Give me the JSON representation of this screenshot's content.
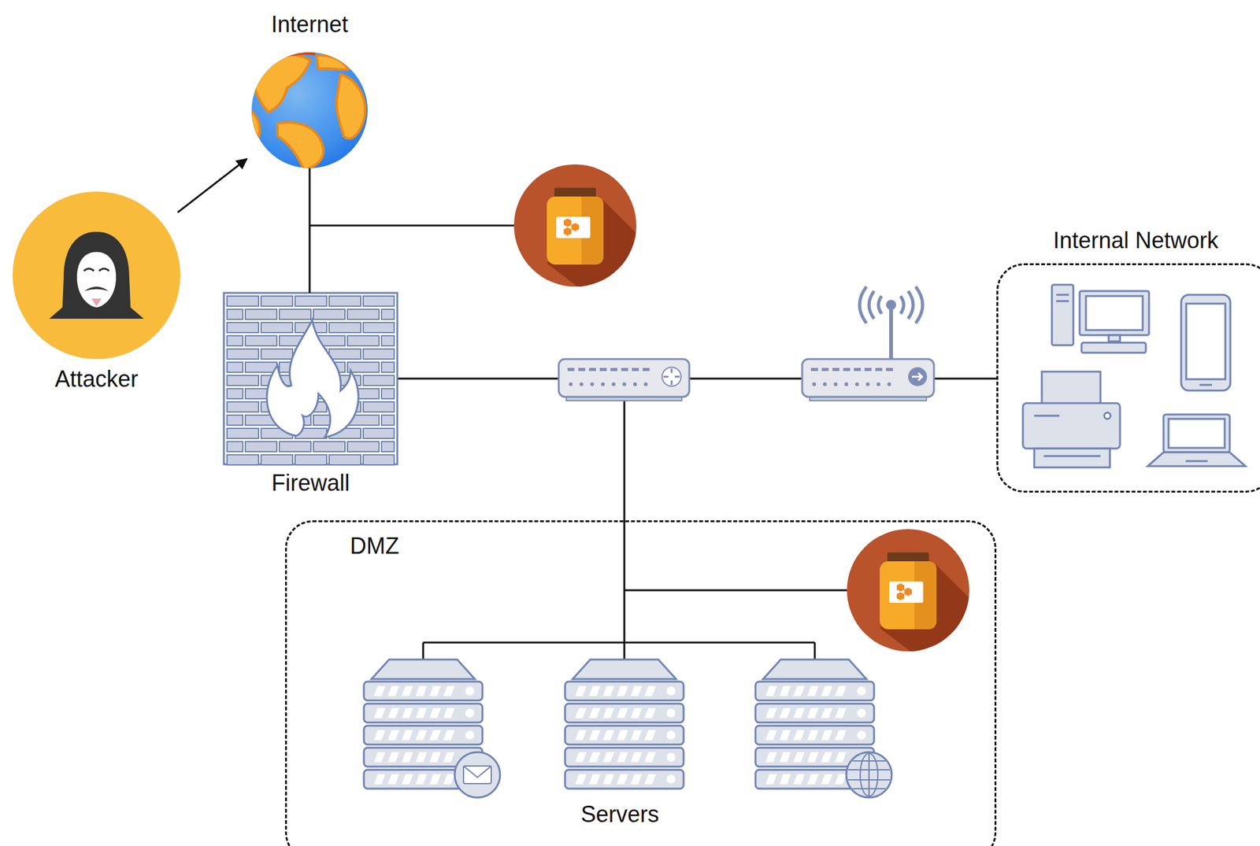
{
  "diagram": {
    "nodes": [
      {
        "text": [
          "Attacker"
        ]
      },
      {
        "text": [
          "Internet"
        ]
      },
      {
        "text": [
          "Firewall"
        ]
      },
      {
        "text": [
          "Internal Network"
        ]
      },
      {
        "text": [
          "DMZ"
        ]
      },
      {
        "text": [
          "Servers"
        ],
        "in": 4
      }
    ],
    "edges": [
      {
        "from": 0,
        "to": 1,
        "arrow": "to"
      },
      {
        "from": 1,
        "to": 2,
        "arrow": "none"
      }
    ]
  }
}
